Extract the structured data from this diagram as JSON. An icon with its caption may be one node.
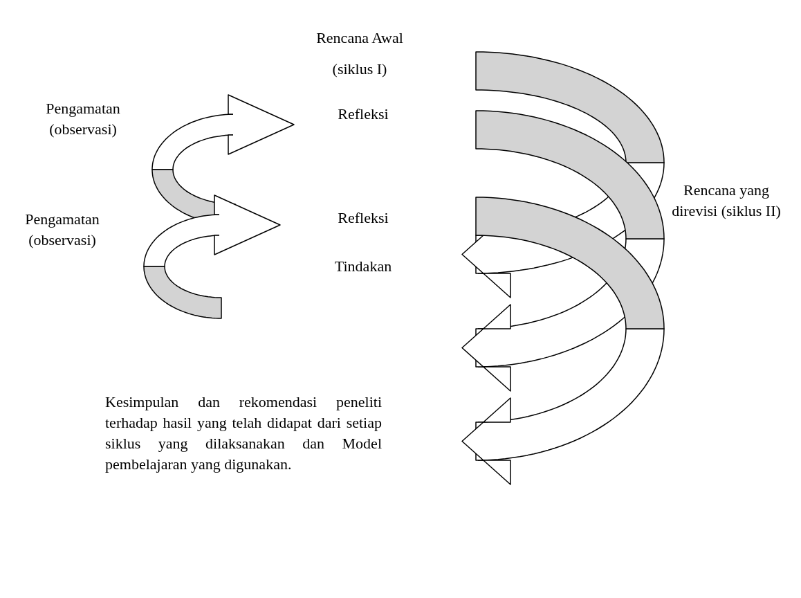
{
  "diagram": {
    "labels": [
      "Rencana Awal",
      "(siklus I)",
      "Pengamatan (observasi)",
      "Refleksi",
      "Rencana yang direvisi (siklus II)",
      "Pengamatan (observasi)",
      "Refleksi",
      "Tindakan",
      "Kesimpulan dan rekomendasi peneliti terhadap hasil yang telah didapat dari setiap siklus yang dilaksanakan dan Model pembelajaran yang digunakan."
    ]
  }
}
